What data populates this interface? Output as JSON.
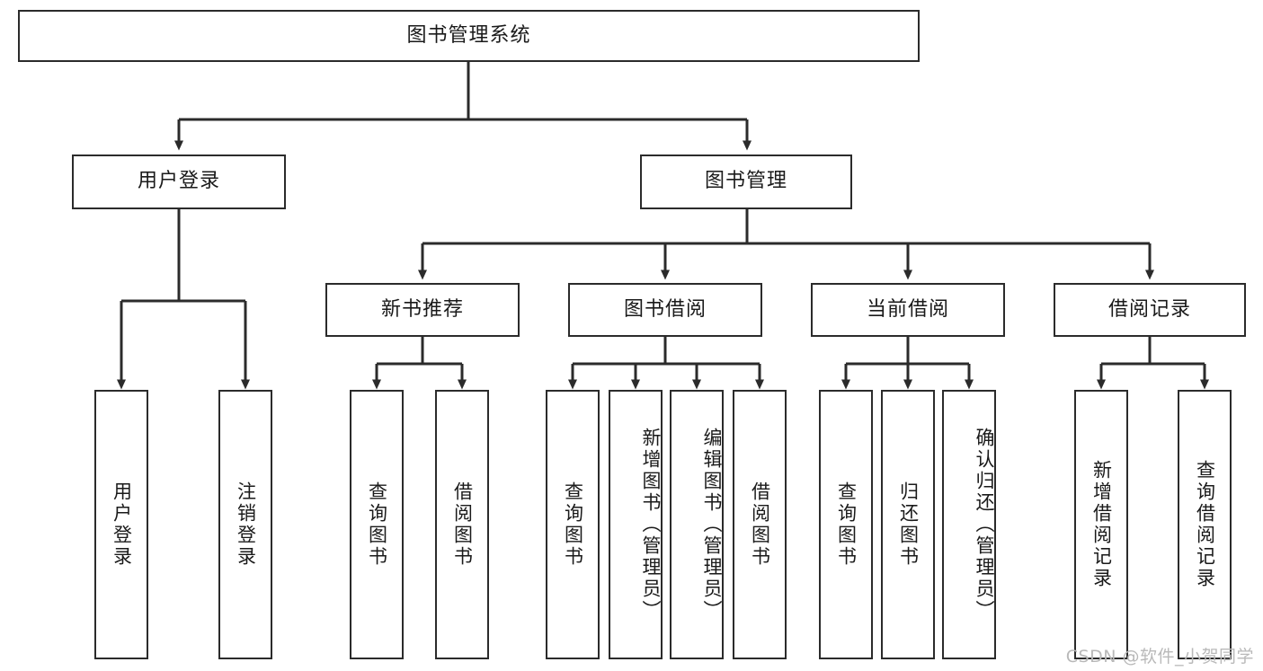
{
  "diagram": {
    "title_node": {
      "label": "图书管理系统"
    },
    "level2": [
      {
        "id": "user-login",
        "label": "用户登录"
      },
      {
        "id": "book-management",
        "label": "图书管理"
      }
    ],
    "level3": [
      {
        "id": "new-book-recommend",
        "label": "新书推荐"
      },
      {
        "id": "book-borrow",
        "label": "图书借阅"
      },
      {
        "id": "current-borrow",
        "label": "当前借阅"
      },
      {
        "id": "borrow-record",
        "label": "借阅记录"
      }
    ],
    "leaves": {
      "user_login": [
        {
          "id": "leaf-user-login",
          "label": "用户登录"
        },
        {
          "id": "leaf-logout-login",
          "label": "注销登录"
        }
      ],
      "new_book_recommend": [
        {
          "id": "leaf-query-book-1",
          "label": "查询图书"
        },
        {
          "id": "leaf-borrow-book-1",
          "label": "借阅图书"
        }
      ],
      "book_borrow": [
        {
          "id": "leaf-query-book-2",
          "label": "查询图书"
        },
        {
          "id": "leaf-add-book",
          "label": "新增图书（管理员）"
        },
        {
          "id": "leaf-edit-book",
          "label": "编辑图书（管理员）"
        },
        {
          "id": "leaf-borrow-book-2",
          "label": "借阅图书"
        }
      ],
      "current_borrow": [
        {
          "id": "leaf-query-book-3",
          "label": "查询图书"
        },
        {
          "id": "leaf-return-book",
          "label": "归还图书"
        },
        {
          "id": "leaf-confirm-return",
          "label": "确认归还（管理员）"
        }
      ],
      "borrow_record": [
        {
          "id": "leaf-add-borrow-record",
          "label": "新增借阅记录"
        },
        {
          "id": "leaf-query-borrow-record",
          "label": "查询借阅记录"
        }
      ]
    },
    "watermark": "CSDN @软件_小贺同学",
    "colors": {
      "stroke": "#2b2b2b",
      "fill": "#ffffff",
      "text": "#1a1a1a",
      "watermark": "#b9b9b9"
    }
  }
}
